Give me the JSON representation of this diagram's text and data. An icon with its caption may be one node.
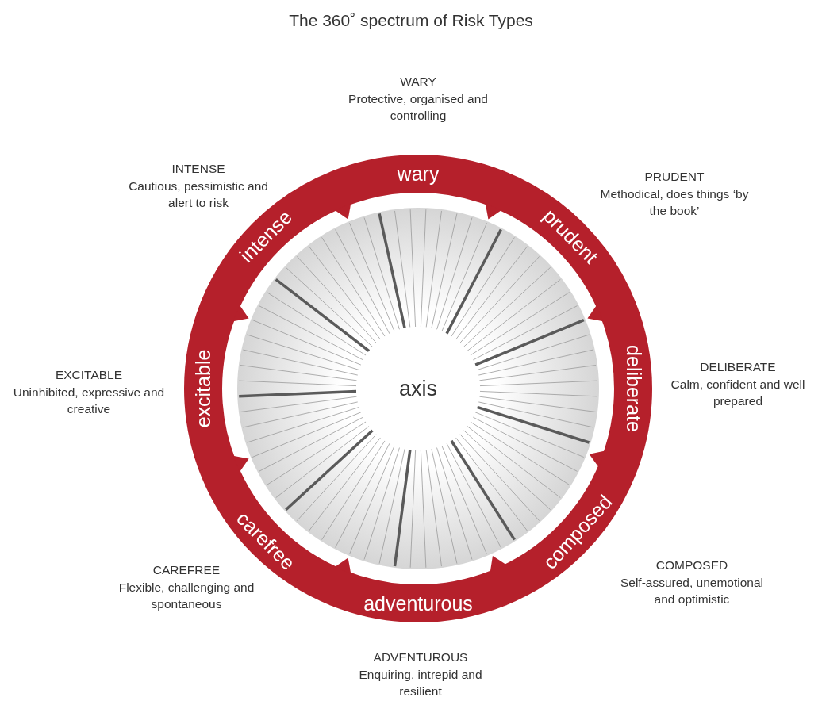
{
  "diagram": {
    "title": "The 360˚ spectrum of Risk Types",
    "nodes": [
      {
        "text": [
          "wary",
          "prudent",
          "deliberate",
          "composed",
          "adventurous",
          "carefree",
          "excitable",
          "intense"
        ]
      },
      {
        "text": [
          "axis"
        ],
        "in": 0
      }
    ],
    "labels": [
      "WARY",
      "Protective, organised and controlling",
      "PRUDENT",
      "Methodical, does things ‘by the book’",
      "DELIBERATE",
      "Calm, confident and well prepared",
      "COMPOSED",
      "Self-assured, unemotional and optimistic",
      "ADVENTUROUS",
      "Enquiring, intrepid and resilient",
      "CAREFREE",
      "Flexible, challenging and spontaneous",
      "EXCITABLE",
      "Uninhibited, expressive and creative",
      "INTENSE",
      "Cautious, pessimistic and alert to risk"
    ]
  }
}
